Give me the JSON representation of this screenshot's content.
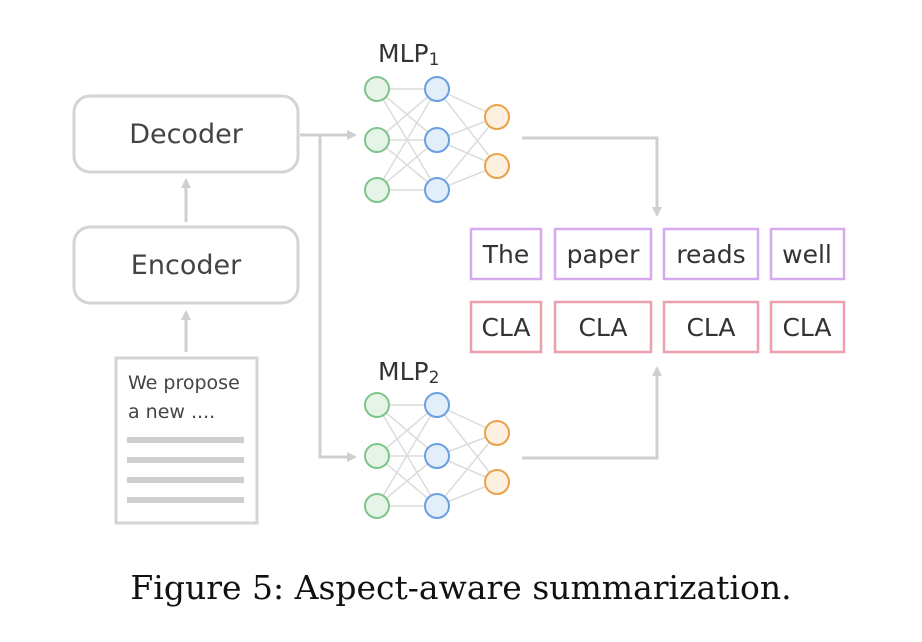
{
  "diagram": {
    "decoder_label": "Decoder",
    "encoder_label": "Encoder",
    "document_text_line1": "We propose",
    "document_text_line2": "a new ....",
    "mlp1_label": "MLP",
    "mlp1_subscript": "1",
    "mlp2_label": "MLP",
    "mlp2_subscript": "2",
    "tokens": [
      "The",
      "paper",
      "reads",
      "well"
    ],
    "labels": [
      "CLA",
      "CLA",
      "CLA",
      "CLA"
    ]
  },
  "colors": {
    "arrow_gray": "#cfcfcf",
    "box_gray": "#d4d4d4",
    "node_green": "#7fc48a",
    "node_green_fill": "#e6f4e8",
    "node_blue": "#6a9fe0",
    "node_blue_fill": "#e3eefb",
    "node_orange": "#e9a24a",
    "node_orange_fill": "#fdf0e0",
    "token_box": "#d7a9ee",
    "label_box": "#ee9fae"
  },
  "caption": "Figure 5: Aspect-aware summarization."
}
